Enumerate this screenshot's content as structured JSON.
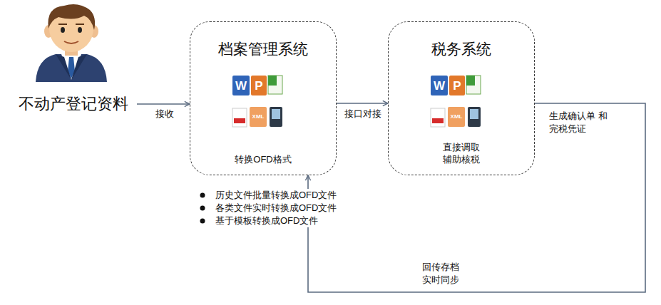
{
  "diagram": {
    "nodes": [
      {
        "text": [
          "不动产登记资料"
        ]
      },
      {
        "text": [
          "档案管理系统",
          "转换OFD格式"
        ]
      },
      {
        "text": [
          "税务系统",
          "直接调取 辅助核税"
        ]
      }
    ],
    "edges": [
      {
        "from": 0,
        "to": 1,
        "arrow": "to",
        "label": "接收"
      },
      {
        "from": 1,
        "to": 2,
        "arrow": "to",
        "label": "接口对接"
      },
      {
        "from": 2,
        "to": 1,
        "arrow": "to",
        "label": "回传存档 实时同步"
      }
    ],
    "labels": [
      "生成确认单 和完税凭证",
      "历史文件批量转换成OFD文件",
      "各类文件实时转换成OFD文件",
      "基于模板转换成OFD文件",
      "W",
      "P",
      "XML",
      "W",
      "P",
      "XML"
    ]
  }
}
